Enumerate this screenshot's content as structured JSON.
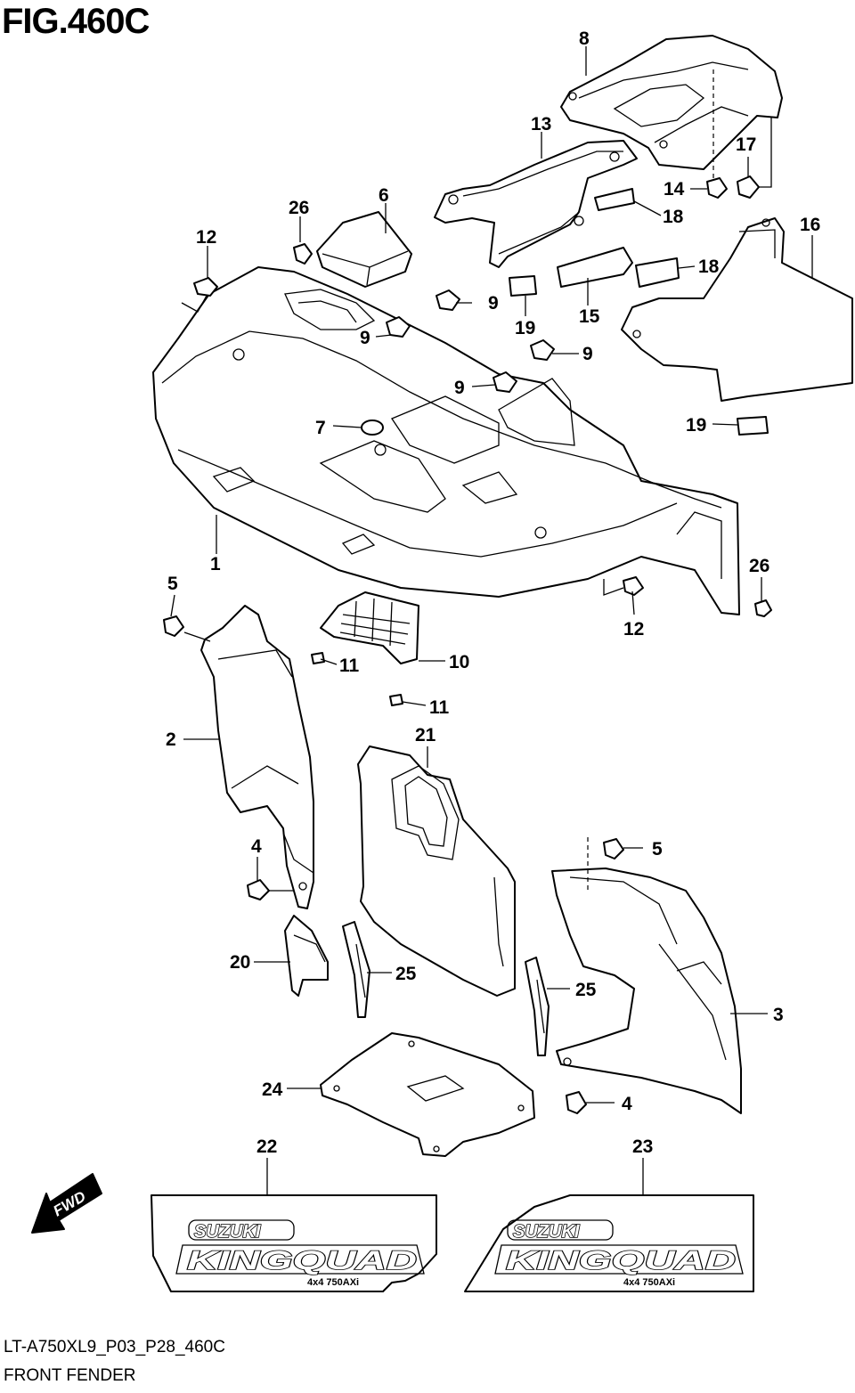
{
  "figure": {
    "title": "FIG.460C",
    "model_code": "LT-A750XL9_P03_P28_460C",
    "section_name": "FRONT FENDER"
  },
  "callouts": {
    "c1": "1",
    "c2": "2",
    "c3": "3",
    "c4a": "4",
    "c4b": "4",
    "c5a": "5",
    "c5b": "5",
    "c6": "6",
    "c7": "7",
    "c8": "8",
    "c9a": "9",
    "c9b": "9",
    "c9c": "9",
    "c9d": "9",
    "c10": "10",
    "c11a": "11",
    "c11b": "11",
    "c12a": "12",
    "c12b": "12",
    "c13": "13",
    "c14": "14",
    "c15": "15",
    "c16": "16",
    "c17": "17",
    "c18a": "18",
    "c18b": "18",
    "c19a": "19",
    "c19b": "19",
    "c20": "20",
    "c21": "21",
    "c22": "22",
    "c23": "23",
    "c24": "24",
    "c25a": "25",
    "c25b": "25",
    "c26a": "26",
    "c26b": "26"
  },
  "decals": {
    "left": {
      "brand": "SUZUKI",
      "model": "KINGQUAD",
      "sub": "4x4 750AXi"
    },
    "right": {
      "brand": "SUZUKI",
      "model": "KINGQUAD",
      "sub": "4x4 750AXi"
    }
  },
  "direction_arrow": {
    "label": "FWD",
    "icon": "forward-arrow-icon"
  },
  "colors": {
    "line": "#000000",
    "background": "#ffffff"
  }
}
